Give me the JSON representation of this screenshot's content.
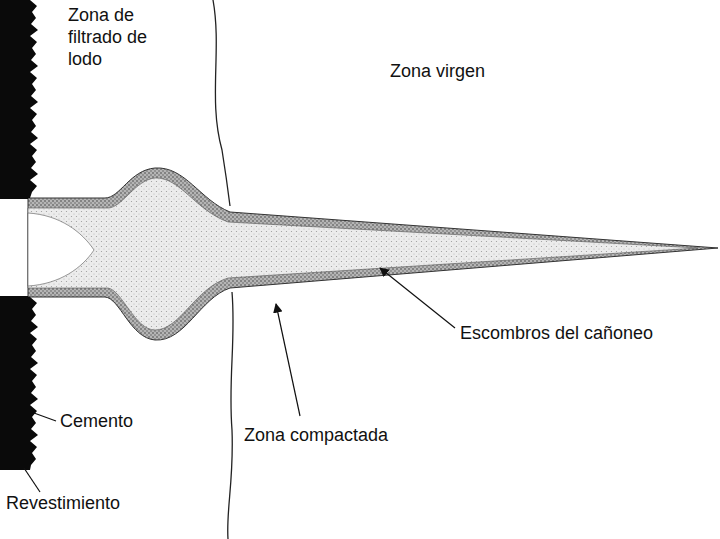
{
  "diagram": {
    "labels": [
      "Zona de filtrado de lodo",
      "Zona virgen",
      "Escombros del cañoneo",
      "Cemento",
      "Zona compactada",
      "Revestimiento"
    ]
  }
}
